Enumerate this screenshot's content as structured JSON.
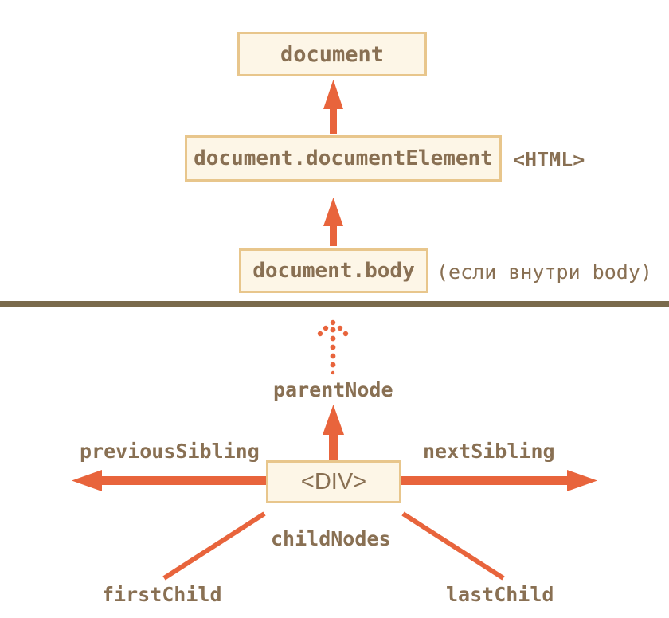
{
  "diagram": {
    "title": "DOM navigation properties",
    "colors": {
      "box_fill": "#FDF6E7",
      "box_border": "#E8C68C",
      "text": "#897053",
      "arrow": "#E8643C",
      "divider": "#7A6A4C",
      "background": "#FFFFFF"
    }
  },
  "top_section": {
    "nodes": [
      {
        "label": "document",
        "note": ""
      },
      {
        "label": "document.documentElement",
        "note": "<HTML>"
      },
      {
        "label": "document.body",
        "note": "(если внутри body)"
      }
    ],
    "arrows": [
      {
        "name": "documentElement-to-document",
        "direction": "up",
        "style": "solid"
      },
      {
        "name": "body-to-documentElement",
        "direction": "up",
        "style": "solid"
      }
    ]
  },
  "bottom_section": {
    "center_node": {
      "label": "<DIV>"
    },
    "labels": {
      "parent": "parentNode",
      "previous": "previousSibling",
      "next": "nextSibling",
      "children": "childNodes",
      "first": "firstChild",
      "last": "lastChild"
    },
    "arrows": [
      {
        "name": "parent-node-arrow",
        "direction": "up",
        "style": "solid"
      },
      {
        "name": "parent-node-dotted-arrow",
        "direction": "up",
        "style": "dotted"
      },
      {
        "name": "previous-sibling-arrow",
        "direction": "left",
        "style": "solid"
      },
      {
        "name": "next-sibling-arrow",
        "direction": "right",
        "style": "solid"
      },
      {
        "name": "first-child-line",
        "direction": "down-left",
        "style": "solid"
      },
      {
        "name": "last-child-line",
        "direction": "down-right",
        "style": "solid"
      }
    ]
  }
}
